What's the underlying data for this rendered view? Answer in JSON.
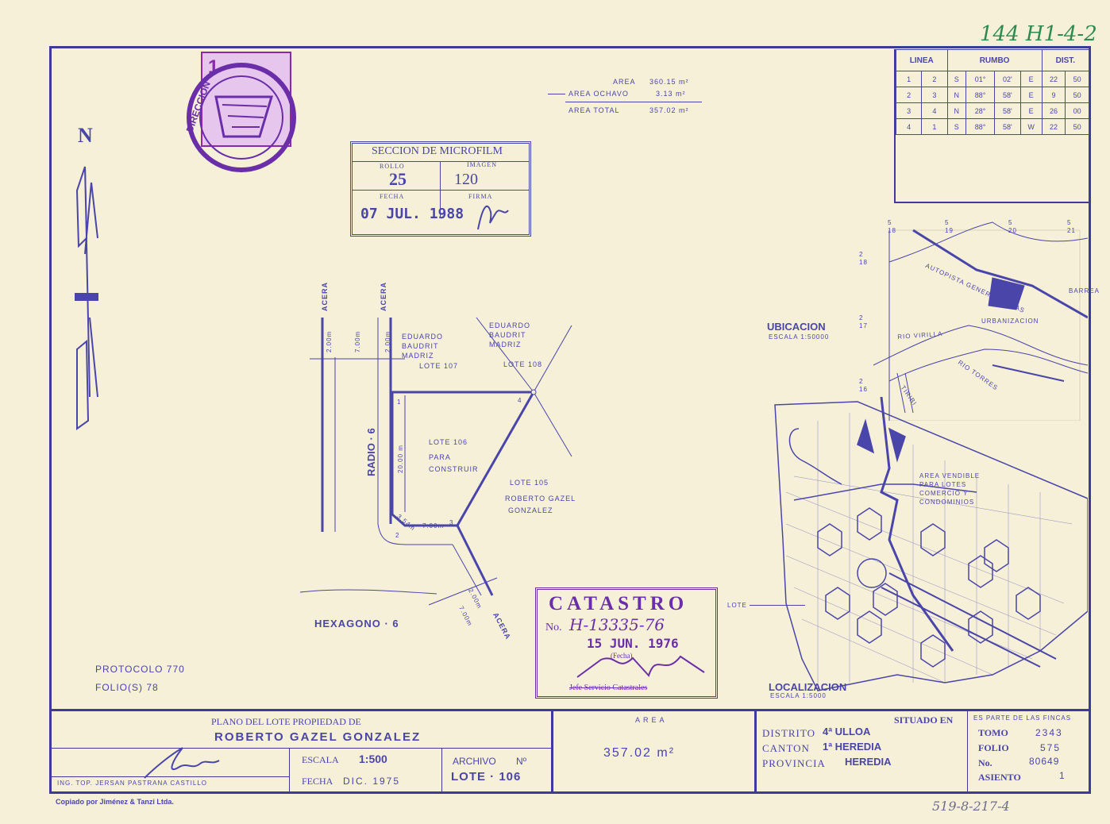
{
  "corner_ref_top": "144 H1-4-2",
  "corner_ref_bottom": "519-8-217-4",
  "north_label": "N",
  "areas": {
    "area_label": "AREA",
    "area_value": "360.15 m²",
    "ochavo_label": "AREA OCHAVO",
    "ochavo_value": "3.13 m²",
    "total_label": "AREA TOTAL",
    "total_value": "357.02 m²"
  },
  "microfilm": {
    "title": "SECCION DE MICROFILM",
    "rollo_label": "ROLLO",
    "rollo_value": "25",
    "imagen_label": "IMAGEN",
    "imagen_value": "120",
    "fecha_label": "FECHA",
    "fecha_value": "07 JUL. 1988",
    "firma_label": "FIRMA"
  },
  "rumbo_table": {
    "headers": [
      "LINEA",
      "RUMBO",
      "DIST."
    ],
    "rows": [
      [
        "1",
        "2",
        "S",
        "01°",
        "02'",
        "E",
        "22",
        "50"
      ],
      [
        "2",
        "3",
        "N",
        "88°",
        "58'",
        "E",
        "9",
        "50"
      ],
      [
        "3",
        "4",
        "N",
        "28°",
        "58'",
        "E",
        "26",
        "00"
      ],
      [
        "4",
        "1",
        "S",
        "88°",
        "58'",
        "W",
        "22",
        "50"
      ]
    ]
  },
  "plan": {
    "acera1": "ACERA",
    "acera2": "ACERA",
    "acera3": "ACERA",
    "dim_200a": "2.00m",
    "dim_700a": "7.00m",
    "dim_200b": "2.00m",
    "owner_107": "EDUARDO BAUDRIT MADRIZ",
    "lote_107": "LOTE 107",
    "owner_108": "EDUARDO BAUDRIT MADRIZ",
    "lote_108": "LOTE 108",
    "radio": "RADIO · 6",
    "lote_106": "LOTE 106",
    "para": "PARA",
    "construir": "CONSTRUIR",
    "dim_20": "20.00 m",
    "lote_105": "LOTE 105",
    "owner_105a": "ROBERTO GAZEL",
    "owner_105b": "GONZALEZ",
    "dim_354": "3.54m",
    "dim_700b": "7.00m",
    "dim_200c": "2.00m",
    "dim_700c": "7.00m",
    "hexagono": "HEXAGONO · 6",
    "v1": "1",
    "v2": "2",
    "v3": "3",
    "v4": "4"
  },
  "protocolo": "PROTOCOLO 770",
  "folio": "FOLIO(S) 78",
  "catastro": {
    "title": "CATASTRO",
    "no_label": "No.",
    "no_value": "H-13335-76",
    "date": "15 JUN. 1976",
    "fecha_label": "(Fecha)",
    "footer": "Jefe Servicio Catastrales"
  },
  "ubicacion": {
    "title": "UBICACION",
    "escala": "ESCALA 1:50000",
    "autopista": "AUTOPISTA GENERAL CAÑAS",
    "urbanizacion": "URBANIZACION",
    "rio_virilla": "RIO VIRILLA",
    "rio_torres": "RIO TORRES",
    "tiribi": "TIRIBI",
    "barreal": "BARREA",
    "grid": [
      "5 18",
      "5 19",
      "5 20",
      "5 21",
      "2 18",
      "2 17",
      "2 16"
    ]
  },
  "localizacion": {
    "title": "LOCALIZACION",
    "escala": "ESCALA 1:5000",
    "area_vendible": "AREA VENDIBLE PARA LOTES COMERCIO Y CONDOMINIOS",
    "lote": "LOTE"
  },
  "title_block": {
    "plano_label": "PLANO DEL LOTE PROPIEDAD DE",
    "owner": "ROBERTO GAZEL GONZALEZ",
    "ing": "ING. TOP. JERSAN PASTRANA CASTILLO",
    "escala_label": "ESCALA",
    "escala_value": "1:500",
    "fecha_label": "FECHA",
    "fecha_value": "DIC. 1975",
    "archivo_label": "ARCHIVO",
    "archivo_no": "Nº",
    "archivo_value": "LOTE · 106",
    "area_label": "AREA",
    "area_value": "357.02 m²",
    "situado": "SITUADO EN",
    "distrito_label": "DISTRITO",
    "distrito_value": "4ª ULLOA",
    "canton_label": "CANTON",
    "canton_value": "1ª HEREDIA",
    "provincia_label": "PROVINCIA",
    "provincia_value": "HEREDIA",
    "fincas_label": "ES PARTE DE LAS FINCAS",
    "tomo_label": "TOMO",
    "tomo_value": "2343",
    "folio_label": "FOLIO",
    "folio_value": "575",
    "no_label": "No.",
    "no_value": "80649",
    "asiento_label": "ASIENTO",
    "asiento_value": "1",
    "copiado": "Copiado por Jiménez & Tanzi Ltda."
  },
  "colors": {
    "paper": "#f6f0d8",
    "ink": "#4a45a8",
    "stamp_purple": "#6a2fa8",
    "annotation_green": "#2f8a52"
  }
}
